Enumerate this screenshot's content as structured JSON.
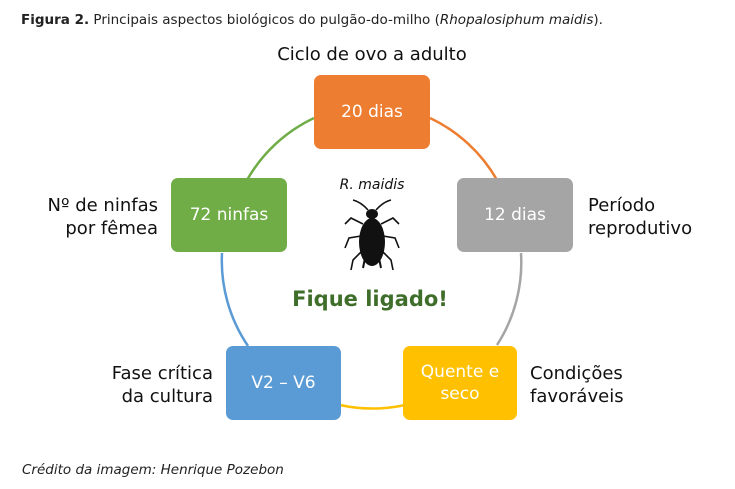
{
  "caption": {
    "figure_label": "Figura 2.",
    "text": "Principais aspectos biológicos do pulgão-do-milho (",
    "species": "Rhopalosiphum maidis",
    "close": ")."
  },
  "center": {
    "species_short": "R. maidis",
    "slogan": "Fique ligado!"
  },
  "nodes": [
    {
      "id": "ciclo",
      "value": "20 dias",
      "label": "Ciclo de ovo a adulto",
      "color": "#ED7D31"
    },
    {
      "id": "periodo",
      "value": "12 dias",
      "label": "Período\nreprodutivo",
      "color": "#A5A5A5"
    },
    {
      "id": "condicoes",
      "value": "Quente e\nseco",
      "label": "Condições\nfavoráveis",
      "color": "#FFC000"
    },
    {
      "id": "fase",
      "value": "V2 – V6",
      "label": "Fase crítica\nda cultura",
      "color": "#5B9BD5"
    },
    {
      "id": "ninfas",
      "value": "72 ninfas",
      "label": "Nº de ninfas\npor fêmea",
      "color": "#70AD47"
    }
  ],
  "credit": "Crédito da imagem: Henrique Pozebon"
}
